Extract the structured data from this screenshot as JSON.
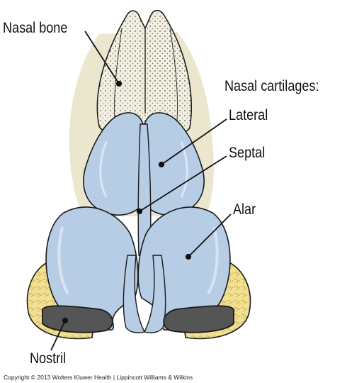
{
  "labels": {
    "nasal_bone": "Nasal bone",
    "nasal_cartilages": "Nasal cartilages:",
    "lateral": "Lateral",
    "septal": "Septal",
    "alar": "Alar",
    "nostril": "Nostril"
  },
  "copyright": "Copyright © 2013 Wolters Kluwer Health | Lippincott Williams & Wilkins",
  "colors": {
    "background_tissue": "#ebe7cf",
    "bone": "#f3efe0",
    "cartilage_blue": "#b7cde6",
    "fibrofatty_yellow": "#f2df8f",
    "nostril_gray": "#555555",
    "outline": "#1a1a1a"
  }
}
